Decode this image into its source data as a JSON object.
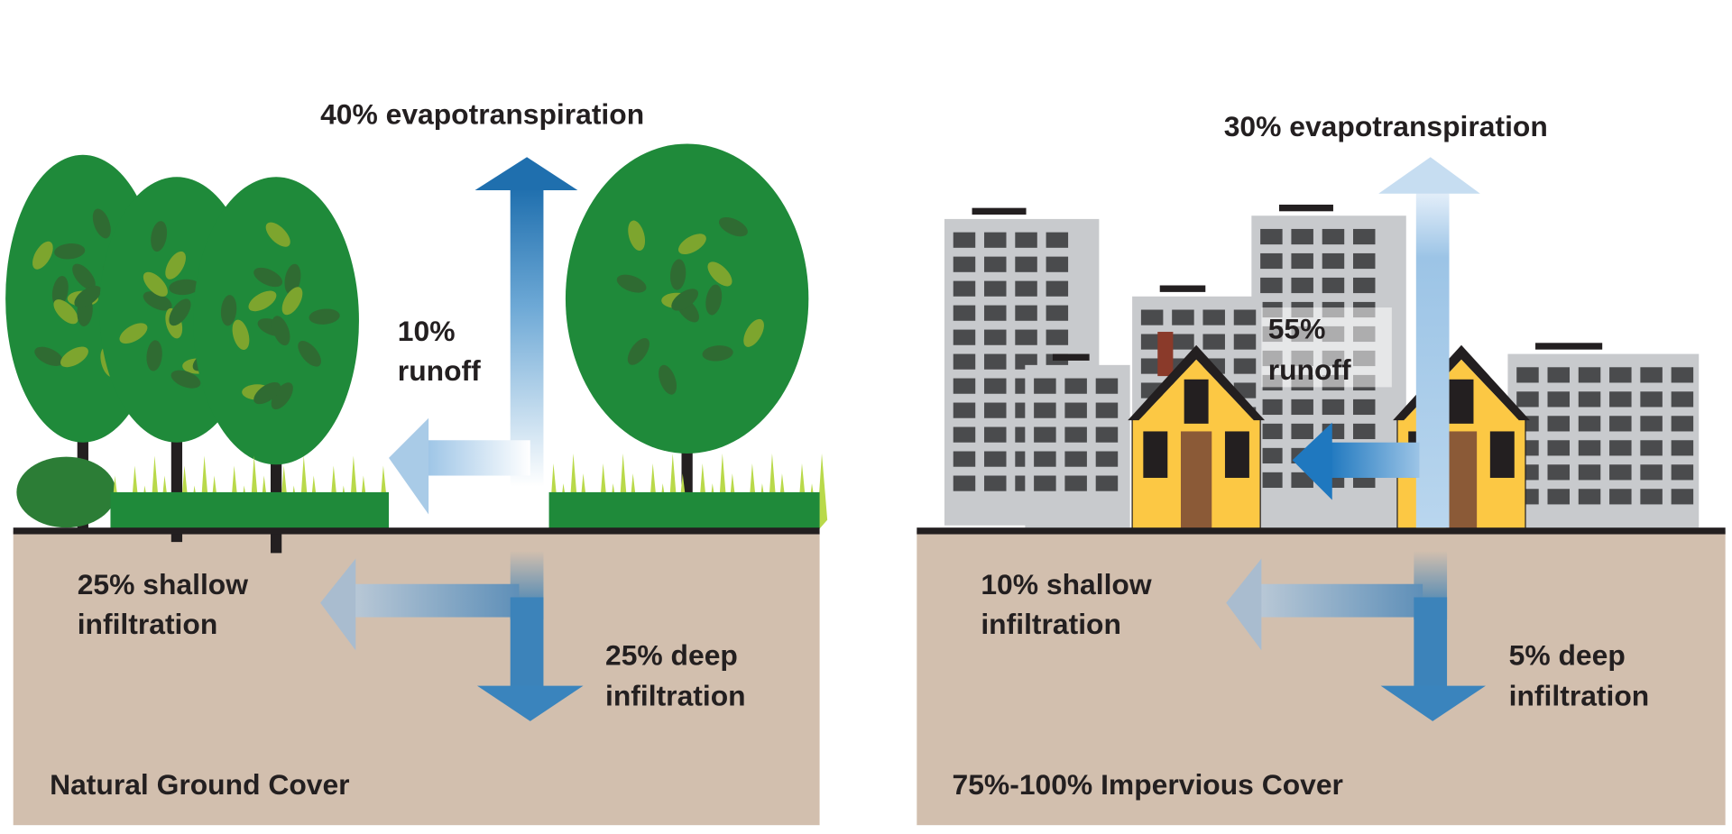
{
  "left_panel": {
    "evapotranspiration": "40% evapotranspiration",
    "runoff_pct": "10%",
    "runoff_word": "runoff",
    "shallow_line1": "25% shallow",
    "shallow_line2": "infiltration",
    "deep_line1": "25% deep",
    "deep_line2": "infiltration",
    "caption": "Natural Ground Cover"
  },
  "right_panel": {
    "evapotranspiration": "30% evapotranspiration",
    "runoff_pct": "55%",
    "runoff_word": "runoff",
    "shallow_line1": "10% shallow",
    "shallow_line2": "infiltration",
    "deep_line1": "5% deep",
    "deep_line2": "infiltration",
    "caption": "75%-100% Impervious Cover"
  },
  "colors": {
    "soil": "#d2bfae",
    "arrow_blue": "#2a7ab8",
    "foliage": "#1f8a3a",
    "building": "#c8cacd",
    "house": "#fcc844"
  }
}
